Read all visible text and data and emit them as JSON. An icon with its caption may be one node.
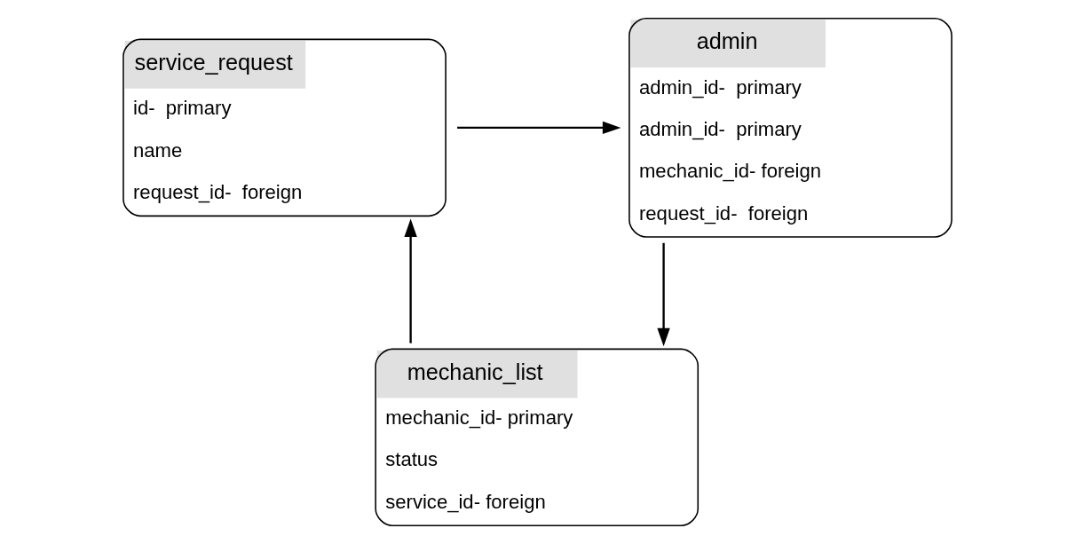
{
  "diagram": {
    "nodes": [
      {
        "text": [
          "service_request",
          "id-  primary",
          "name",
          "request_id-  foreign"
        ]
      },
      {
        "text": [
          "admin",
          "admin_id-  primary",
          "admin_id-  primary",
          "mechanic_id- foreign",
          "request_id-  foreign"
        ]
      },
      {
        "text": [
          "mechanic_list",
          "mechanic_id- primary",
          "status",
          "service_id- foreign"
        ]
      }
    ],
    "edges": [
      {
        "from": 0,
        "to": 1,
        "arrow": "to"
      },
      {
        "from": 1,
        "to": 2,
        "arrow": "to"
      },
      {
        "from": 2,
        "to": 0,
        "arrow": "to"
      }
    ]
  }
}
